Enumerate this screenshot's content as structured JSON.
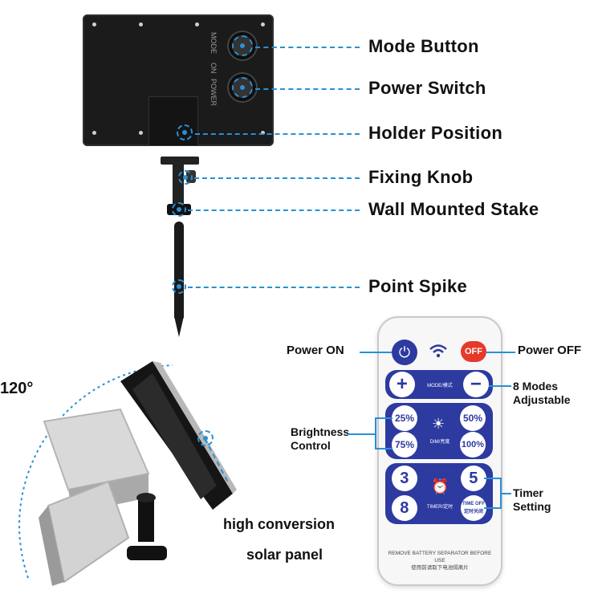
{
  "callouts": {
    "mode_button": "Mode Button",
    "power_switch": "Power Switch",
    "holder_position": "Holder Position",
    "fixing_knob": "Fixing Knob",
    "wall_mounted_stake": "Wall Mounted Stake",
    "point_spike": "Point Spike",
    "angle": "120°",
    "high_conversion": "high conversion",
    "solar_panel": "solar panel",
    "power_on": "Power ON",
    "power_off": "Power OFF",
    "modes_line1": "8 Modes",
    "modes_line2": "Adjustable",
    "brightness_line1": "Brightness",
    "brightness_line2": "Control",
    "timer_line1": "Timer",
    "timer_line2": "Setting"
  },
  "device_labels": {
    "mode": "MODE",
    "on": "ON",
    "power": "POWER"
  },
  "remote": {
    "power_symbol": "⏻",
    "off": "OFF",
    "plus": "+",
    "minus": "−",
    "mode_text": "MODE/模式",
    "b25": "25%",
    "b50": "50%",
    "b75": "75%",
    "b100": "100%",
    "dim_text": "DIM/亮度",
    "t3": "3",
    "t5": "5",
    "t8": "8",
    "timer_text": "TIMER/定时",
    "timer_off": "TIME OFF 定时关闭",
    "footer_en": "REMOVE BATTERY SEPARATOR BEFORE USE",
    "footer_cn": "使用前请取下电池隔离片"
  },
  "colors": {
    "callout_line": "#2a8fd6",
    "remote_blue": "#2d3aa0",
    "off_red": "#e53a2a"
  }
}
